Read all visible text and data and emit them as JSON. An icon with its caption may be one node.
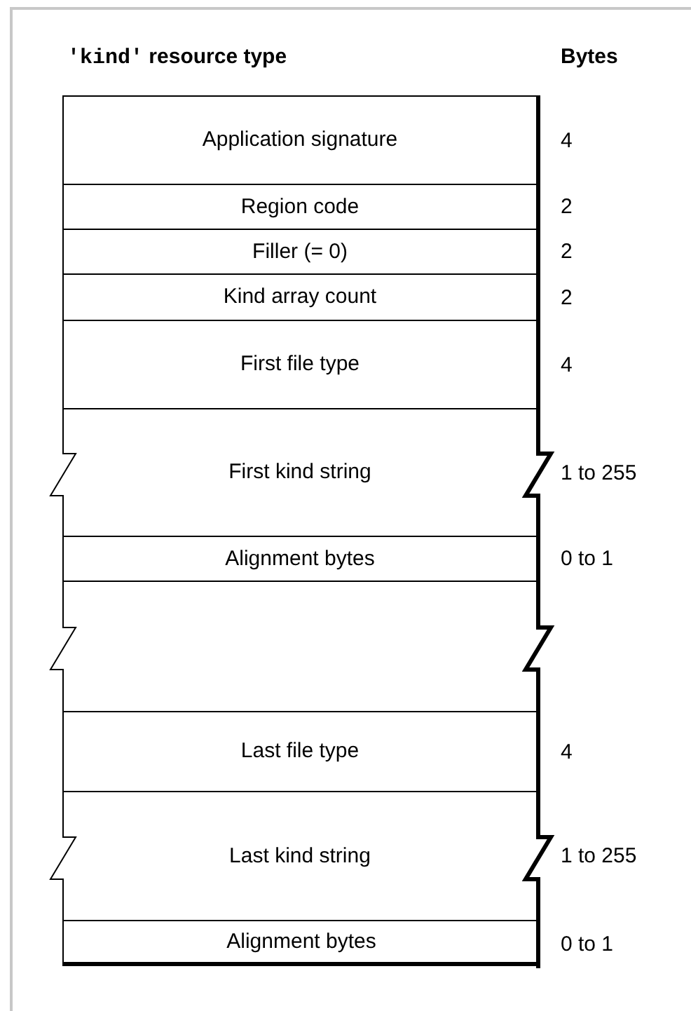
{
  "diagram": {
    "title": "'kind' resource type",
    "nodes": [
      {
        "text": [
          "Application signature"
        ],
        "beside": [
          "4"
        ]
      },
      {
        "text": [
          "Region code"
        ],
        "beside": [
          "2"
        ]
      },
      {
        "text": [
          "Filler (= 0)"
        ],
        "beside": [
          "2"
        ]
      },
      {
        "text": [
          "Kind array count"
        ],
        "beside": [
          "2"
        ]
      },
      {
        "text": [
          "First file type"
        ],
        "beside": [
          "4"
        ]
      },
      {
        "text": [
          "First kind string"
        ],
        "beside": [
          "1 to 255"
        ]
      },
      {
        "text": [
          "Alignment bytes"
        ],
        "beside": [
          "0 to 1"
        ]
      },
      {
        "text": [],
        "shape": "box"
      },
      {
        "text": [
          "Last file type"
        ],
        "beside": [
          "4"
        ]
      },
      {
        "text": [
          "Last kind string"
        ],
        "beside": [
          "1 to 255"
        ]
      },
      {
        "text": [
          "Alignment bytes"
        ],
        "beside": [
          "0 to 1"
        ]
      }
    ],
    "labels": [
      "Bytes"
    ]
  }
}
